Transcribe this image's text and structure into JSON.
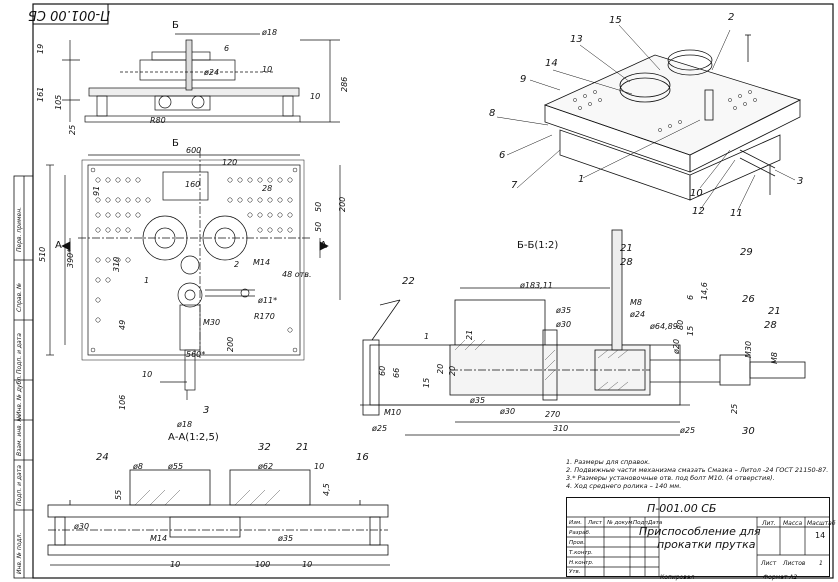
{
  "sheet": {
    "stamp_rotated": "П-001.00 СБ",
    "document_code": "П-001.00 СБ",
    "title_line1": "Приспособление для",
    "title_line2": "прокатки прутка",
    "sheet_count": "14",
    "format": "Формат А2",
    "copied": "Копировал"
  },
  "title_block": {
    "headers": [
      "Лит.",
      "Масса",
      "Масштаб"
    ],
    "rows": [
      "Изм.",
      "Лист",
      "№ докум.",
      "Подп.",
      "Дата"
    ],
    "roles": [
      "Разраб.",
      "Пров.",
      "Т.контр.",
      "Н.контр.",
      "Утв."
    ],
    "sheet_label": "Лист",
    "sheets_label": "Листов",
    "sheets_value": "1"
  },
  "side_strip": [
    "Перв. примен.",
    "Справ. №",
    "Подп. и дата",
    "Инв. № дубл.",
    "Взам. инв. №",
    "Подп. и дата",
    "Инв. № подл."
  ],
  "views": {
    "section_b": "Б",
    "section_b2": "Б",
    "section_bb": "Б-Б(1:2)",
    "section_aa": "А-А(1:2,5)",
    "section_a_left": "А",
    "section_a_right": "А"
  },
  "notes": [
    "1. Размеры для справок.",
    "2. Подвижные части механизма смазать Смазка – Литол -24 ГОСТ 21150-87.",
    "3.* Размеры установочные отв. под болт М10. (4 отверстия).",
    "4. Ход среднего ролика – 140 мм."
  ],
  "balloons": [
    "2",
    "15",
    "13",
    "14",
    "9",
    "8",
    "6",
    "7",
    "1",
    "10",
    "12",
    "11",
    "3"
  ],
  "dims_top": [
    "ø18",
    "6",
    "19",
    "161",
    "105",
    "25",
    "286",
    "ø24",
    "10",
    "10",
    "R80"
  ],
  "dims_plan": [
    "600",
    "120",
    "160",
    "91",
    "28",
    "50",
    "50",
    "200",
    "510",
    "310",
    "390*",
    "1",
    "2",
    "M14",
    "48 отв.",
    "ø11*",
    "49",
    "M30",
    "R170",
    "200",
    "560*",
    "10",
    "106",
    "ø18",
    "3"
  ],
  "dims_bb": [
    "22",
    "21",
    "28",
    "29",
    "ø183,11",
    "ø35",
    "M8",
    "ø30",
    "ø24",
    "ø64,89",
    "ø20",
    "6",
    "14,6",
    "15",
    "80",
    "M30",
    "26",
    "21",
    "28",
    "M8",
    "21",
    "60",
    "66",
    "1",
    "20",
    "20",
    "15",
    "ø35",
    "ø30",
    "270",
    "M10",
    "ø25",
    "310",
    "ø25",
    "25",
    "30"
  ],
  "dims_aa": [
    "32",
    "21",
    "24",
    "ø8",
    "ø55",
    "ø62",
    "10",
    "16",
    "55",
    "4,5",
    "ø30",
    "M14",
    "ø35",
    "10",
    "100",
    "10"
  ]
}
